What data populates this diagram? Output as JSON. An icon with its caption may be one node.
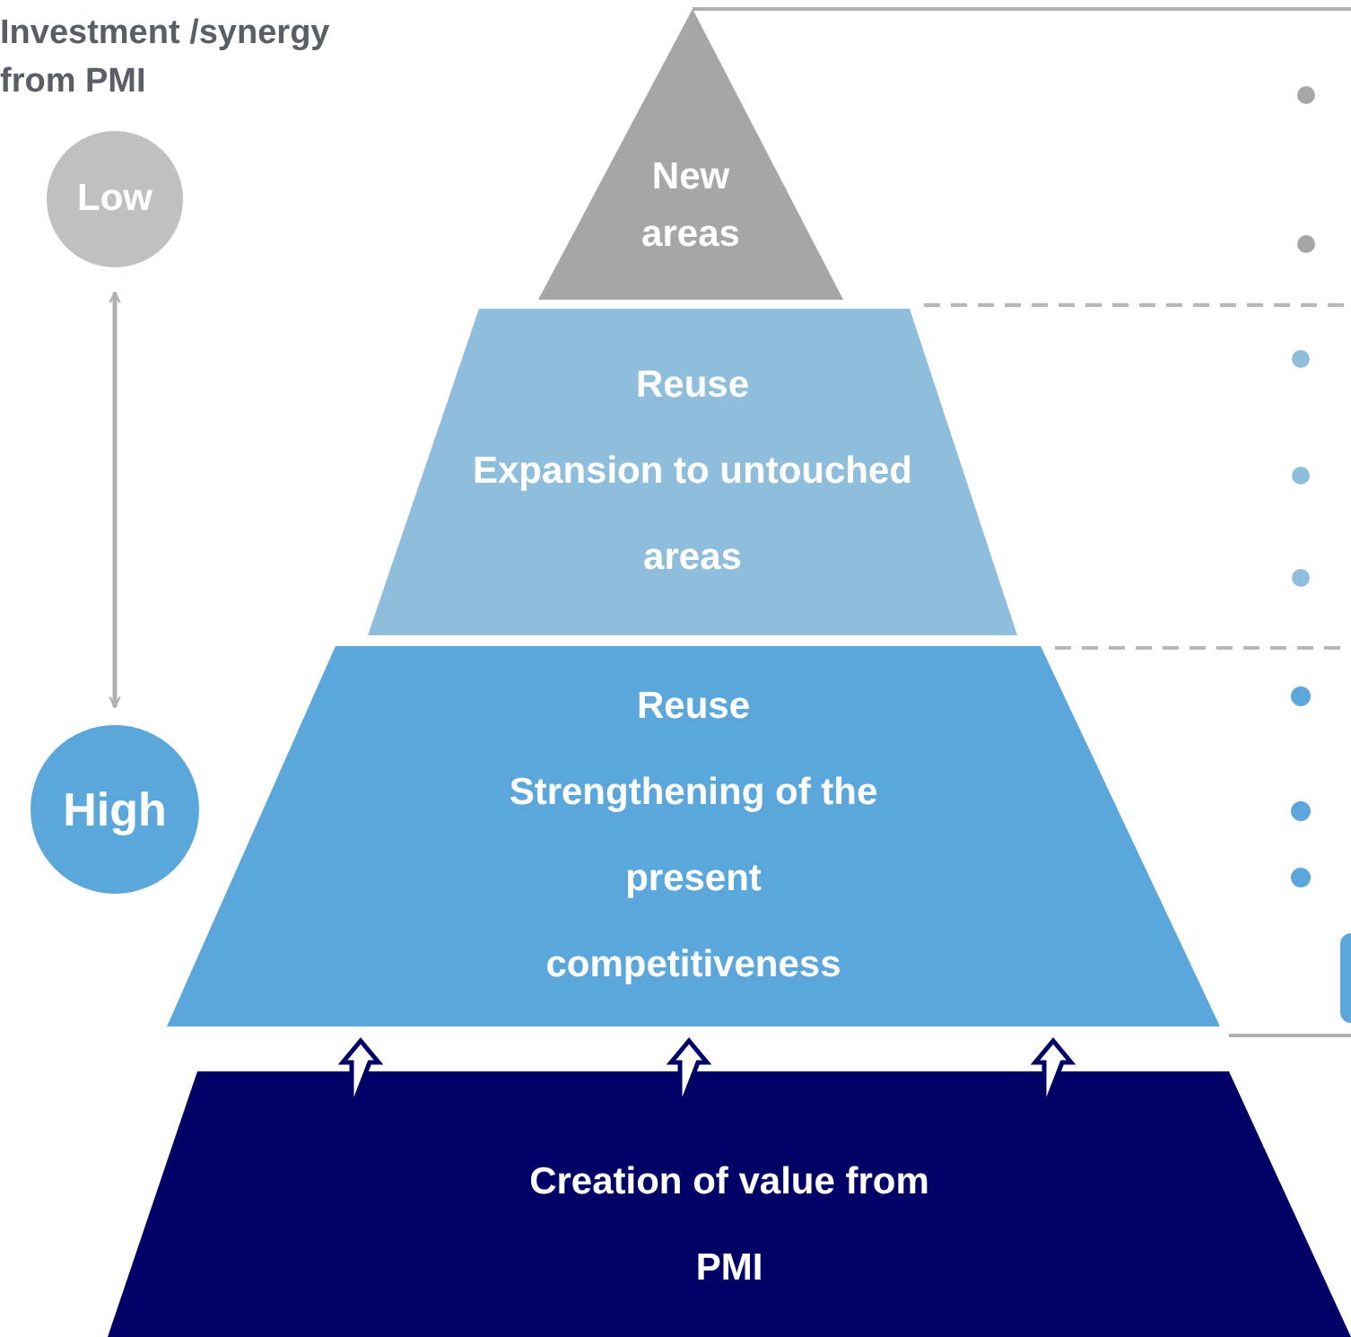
{
  "diagram": {
    "nodes": [
      {
        "text": [
          "Low"
        ]
      },
      {
        "text": [
          "High"
        ]
      },
      {
        "text": [
          "New areas"
        ]
      },
      {
        "text": [
          "Reuse",
          "Expansion to untouched areas"
        ]
      },
      {
        "text": [
          "Reuse",
          "Strengthening of the present competitiveness"
        ]
      },
      {
        "text": [
          "Creation of value from PMI"
        ]
      }
    ],
    "edges": [
      {
        "from": 0,
        "to": 1,
        "arrow": "both"
      },
      {
        "from": 5,
        "to": 4,
        "arrow": "to"
      },
      {
        "from": 5,
        "to": 4,
        "arrow": "to"
      },
      {
        "from": 5,
        "to": 4,
        "arrow": "to"
      }
    ],
    "labels": [
      "Investment /synergy from PMI"
    ]
  }
}
